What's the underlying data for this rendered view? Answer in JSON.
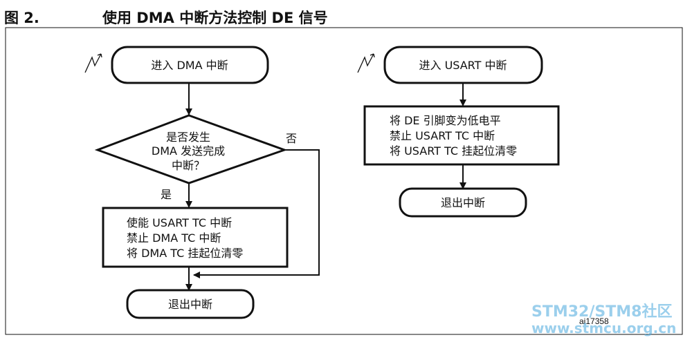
{
  "figure": {
    "number": "图 2.",
    "title": "使用 DMA 中断方法控制 DE 信号",
    "id": "ai17358"
  },
  "left_flow": {
    "start": "进入 DMA 中断",
    "decision": [
      "是否发生",
      "DMA 发送完成",
      "中断？"
    ],
    "yes_label": "是",
    "no_label": "否",
    "action": [
      "使能 USART TC 中断",
      "禁止 DMA TC 中断",
      "将 DMA TC 挂起位清零"
    ],
    "end": "退出中断"
  },
  "right_flow": {
    "start": "进入 USART 中断",
    "action": [
      "将 DE 引脚变为低电平",
      "禁止 USART TC 中断",
      "将 USART TC 挂起位清零"
    ],
    "end": "退出中断"
  },
  "watermark": {
    "line1": "STM32/STM8社区",
    "line2": "www.stmcu.org.cn"
  }
}
